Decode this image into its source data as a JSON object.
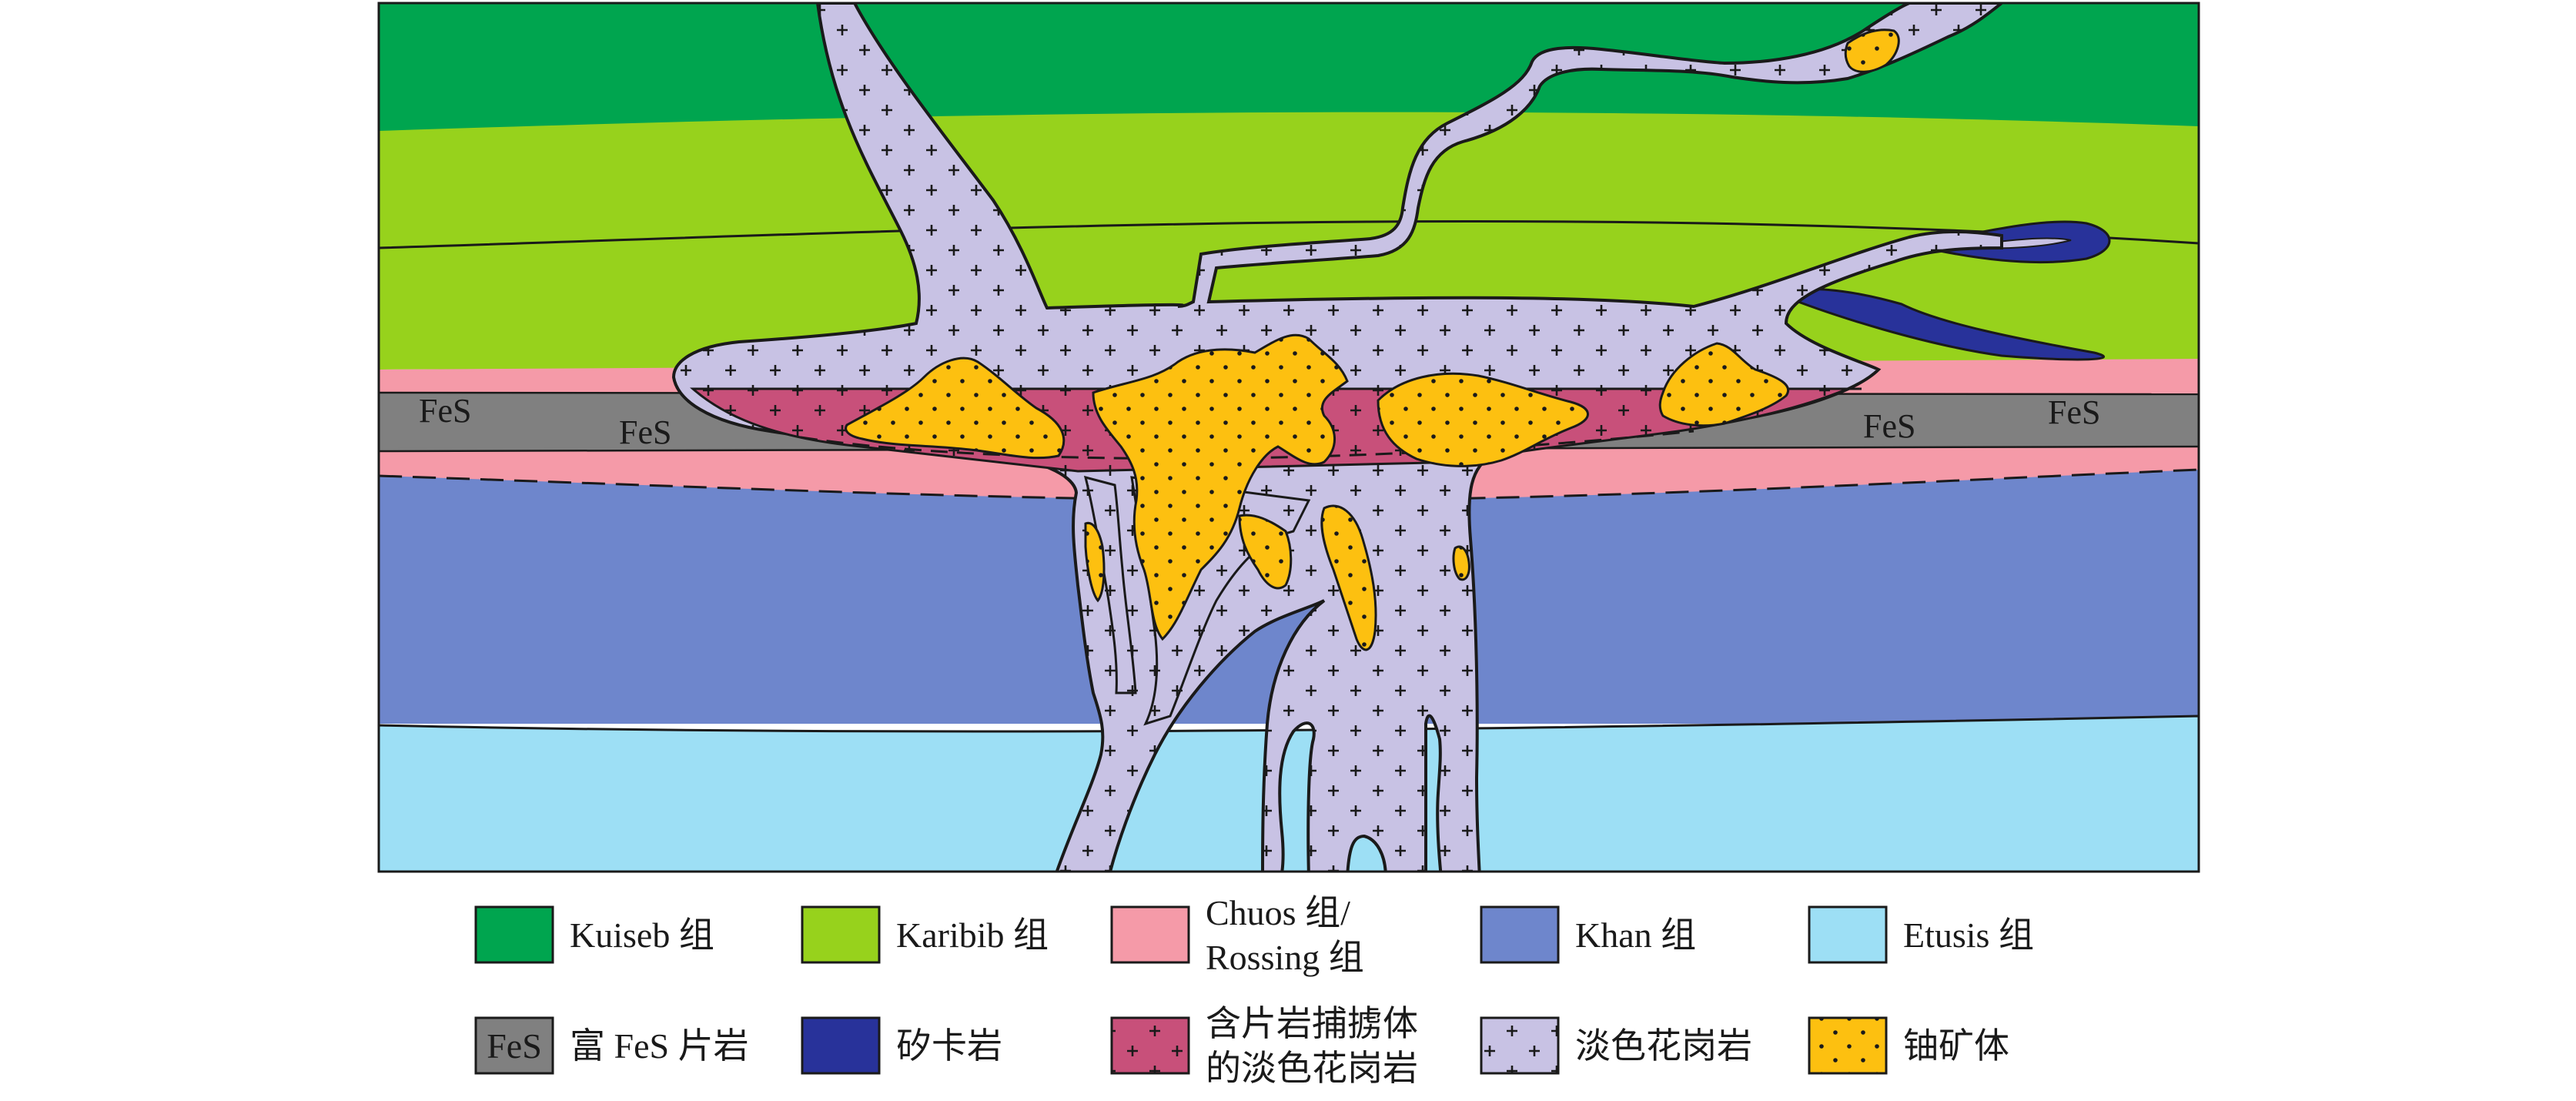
{
  "colors": {
    "kuiseb": "#00a54f",
    "karibib": "#97d21c",
    "rossing": "#f59aa8",
    "fes_schist": "#808080",
    "khan": "#6e86cc",
    "etusis": "#9ddff5",
    "skarn": "#28329a",
    "xenolith_granite": "#c8507a",
    "leucogranite": "#c8c2e4",
    "uranium_ore": "#fdc010"
  },
  "labels": {
    "fes_1": "FeS",
    "fes_2": "FeS",
    "fes_3": "FeS",
    "fes_4": "FeS"
  },
  "legend": [
    {
      "key": "kuiseb",
      "icon": "solid-swatch",
      "lines": [
        "Kuiseb 组"
      ]
    },
    {
      "key": "karibib",
      "icon": "solid-swatch",
      "lines": [
        "Karibib 组"
      ]
    },
    {
      "key": "rossing",
      "icon": "solid-swatch",
      "lines": [
        "Chuos 组/",
        "Rossing 组"
      ]
    },
    {
      "key": "khan",
      "icon": "solid-swatch",
      "lines": [
        "Khan 组"
      ]
    },
    {
      "key": "etusis",
      "icon": "solid-swatch",
      "lines": [
        "Etusis 组"
      ]
    },
    {
      "key": "fes_schist",
      "icon": "fes-swatch",
      "swatch_text": "FeS",
      "lines": [
        "富 FeS 片岩"
      ]
    },
    {
      "key": "skarn",
      "icon": "solid-swatch",
      "lines": [
        "矽卡岩"
      ]
    },
    {
      "key": "xenolith_granite",
      "icon": "cross-pattern-swatch",
      "lines": [
        "含片岩捕掳体",
        "的淡色花岗岩"
      ]
    },
    {
      "key": "leucogranite",
      "icon": "cross-pattern-swatch",
      "lines": [
        "淡色花岗岩"
      ]
    },
    {
      "key": "uranium_ore",
      "icon": "dot-pattern-swatch",
      "lines": [
        "铀矿体"
      ]
    }
  ]
}
